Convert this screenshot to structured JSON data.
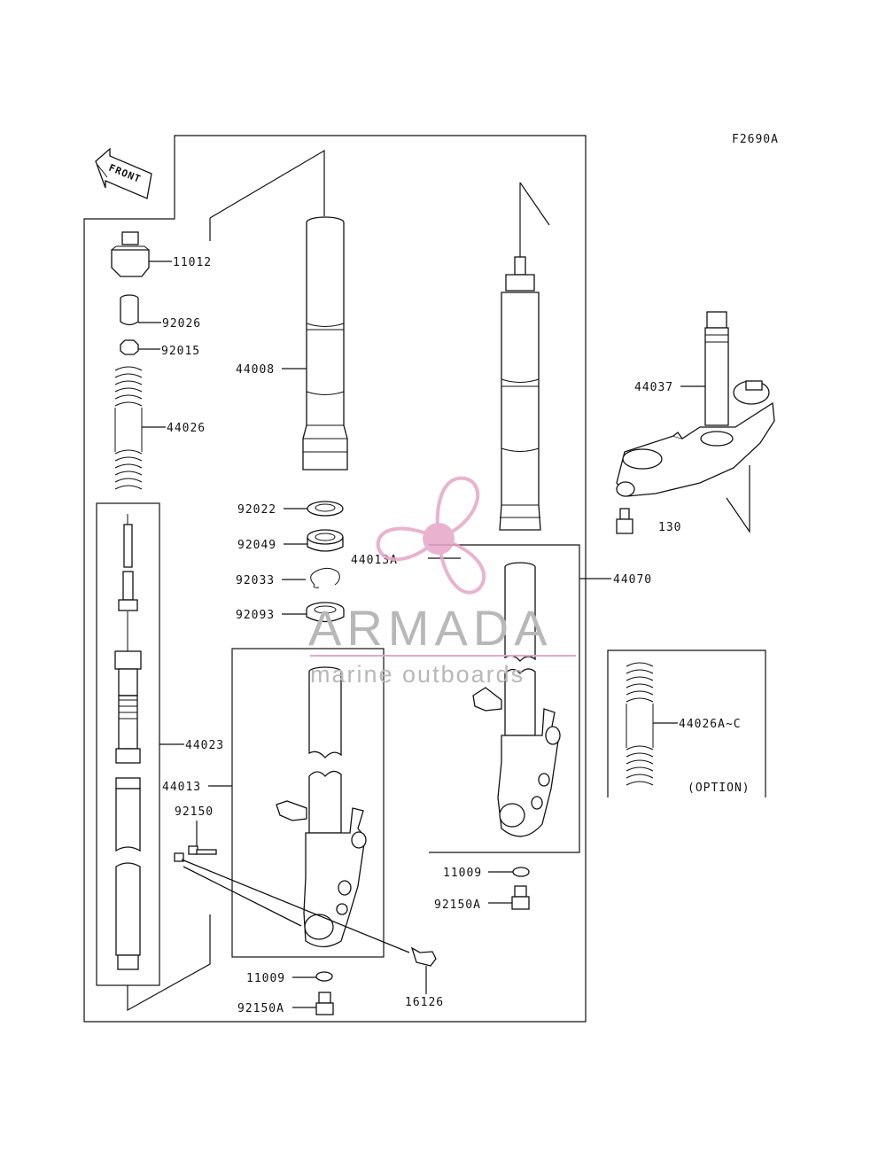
{
  "figure_code": "F2690A",
  "front_label": "FRONT",
  "watermark": {
    "title": "ARMADA",
    "subtitle": "marine outboards",
    "color": "#e6a6c8"
  },
  "labels": {
    "p11012": "11012",
    "p92026": "92026",
    "p92015": "92015",
    "p44026": "44026",
    "p44008": "44008",
    "p92022": "92022",
    "p92049": "92049",
    "p92033": "92033",
    "p92093": "92093",
    "p44013A": "44013A",
    "p44070": "44070",
    "p44037": "44037",
    "p130": "130",
    "p44026AC": "44026A~C",
    "option": "(OPTION)",
    "p44023": "44023",
    "p44013": "44013",
    "p92150": "92150",
    "p11009a": "11009",
    "p92150Aa": "92150A",
    "p11009b": "11009",
    "p92150Ab": "92150A",
    "p16126": "16126"
  }
}
